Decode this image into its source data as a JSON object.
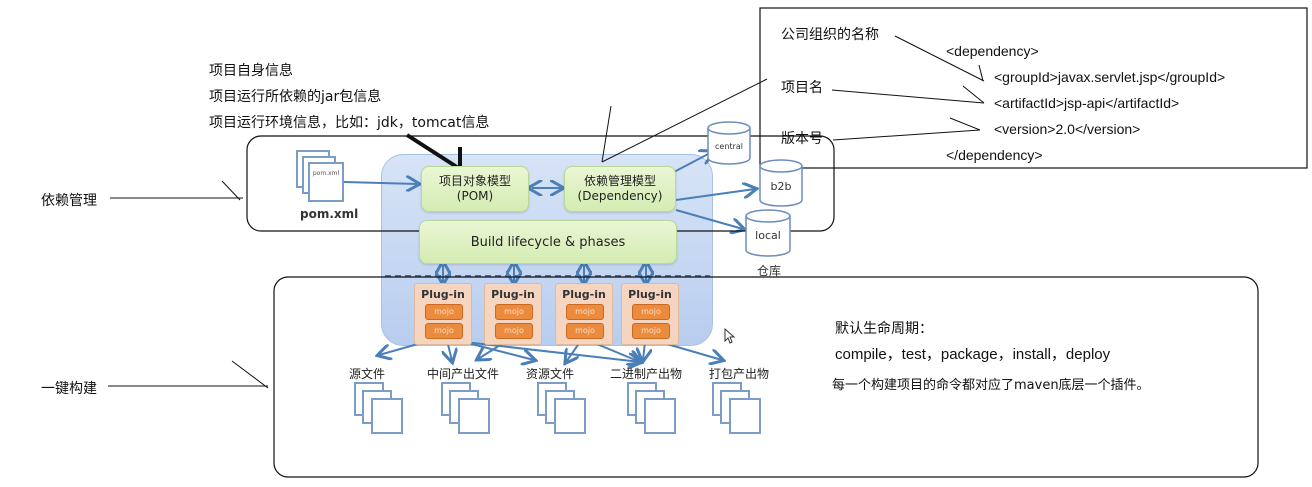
{
  "top_notes": [
    "项目自身信息",
    "项目运行所依赖的jar包信息",
    "项目运行环境信息，比如：jdk，tomcat信息"
  ],
  "dependency_panel": {
    "labels": {
      "group": "公司组织的名称",
      "artifact": "项目名",
      "version": "版本号"
    },
    "code_lines": [
      "<dependency>",
      "<groupId>javax.servlet.jsp</groupId>",
      "<artifactId>jsp-api</artifactId>",
      "<version>2.0</version>",
      "</dependency>"
    ]
  },
  "side_labels": {
    "dependency_management": "依赖管理",
    "one_click_build": "一键构建"
  },
  "diagram": {
    "pom_file_icon_text": "pom.xml",
    "pom_file_label": "pom.xml",
    "pom_box": {
      "line1": "项目对象模型",
      "line2": "(POM)"
    },
    "dependency_box": {
      "line1": "依赖管理模型",
      "line2": "(Dependency)"
    },
    "lifecycle_box": "Build lifecycle & phases",
    "repositories": [
      "central",
      "b2b",
      "local"
    ],
    "repository_caption": "仓库",
    "plugins": [
      {
        "label": "Plug-in",
        "mojos": [
          "mojo",
          "mojo"
        ]
      },
      {
        "label": "Plug-in",
        "mojos": [
          "mojo",
          "mojo"
        ]
      },
      {
        "label": "Plug-in",
        "mojos": [
          "mojo",
          "mojo"
        ]
      },
      {
        "label": "Plug-in",
        "mojos": [
          "mojo",
          "mojo"
        ]
      }
    ],
    "outputs": [
      "源文件",
      "中间产出文件",
      "资源文件",
      "二进制产出物",
      "打包产出物"
    ]
  },
  "lifecycle_notes": {
    "title": "默认生命周期：",
    "phases": "compile，test，package，install，deploy",
    "description": "每一个构建项目的命令都对应了maven底层一个插件。"
  },
  "colors": {
    "arrow_blue": "#4a7fb8",
    "container_blue": "#c3d6f2",
    "green_box": "#d9efbd",
    "plugin_bg": "#f5d5c0",
    "mojo_orange": "#ec8a3e"
  }
}
